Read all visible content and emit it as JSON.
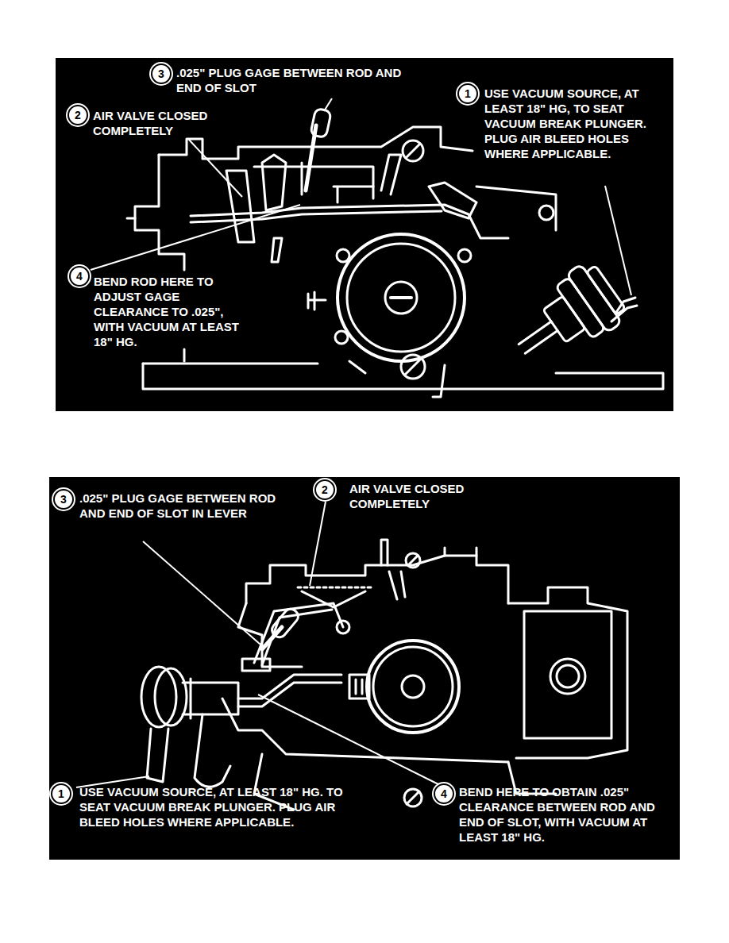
{
  "diagram": {
    "nodes": [
      {
        "text": [
          "3"
        ]
      },
      {
        "text": [
          "1"
        ]
      },
      {
        "text": [
          "2"
        ]
      },
      {
        "text": [
          "4"
        ]
      },
      {
        "text": [
          "2"
        ]
      },
      {
        "text": [
          "3"
        ]
      },
      {
        "text": [
          "1"
        ]
      },
      {
        "text": [
          "4"
        ]
      }
    ],
    "labels": [
      ".025\" PLUG GAGE BETWEEN ROD AND END OF SLOT",
      "USE VACUUM SOURCE, AT LEAST 18\" HG, TO SEAT VACUUM BREAK PLUNGER. PLUG AIR BLEED HOLES WHERE APPLICABLE.",
      "AIR VALVE CLOSED COMPLETELY",
      "BEND ROD HERE TO ADJUST GAGE CLEARANCE TO .025\", WITH VACUUM AT LEAST 18\" HG.",
      "AIR VALVE CLOSED COMPLETELY",
      ".025\" PLUG GAGE BETWEEN ROD AND END OF SLOT IN LEVER",
      "USE VACUUM SOURCE, AT LEAST 18\" HG. TO SEAT VACUUM BREAK PLUNGER. PLUG AIR BLEED HOLES WHERE APPLICABLE.",
      "BEND HERE TO OBTAIN .025\" CLEARANCE BETWEEN ROD AND END OF SLOT, WITH VACUUM AT LEAST 18\" HG."
    ]
  }
}
